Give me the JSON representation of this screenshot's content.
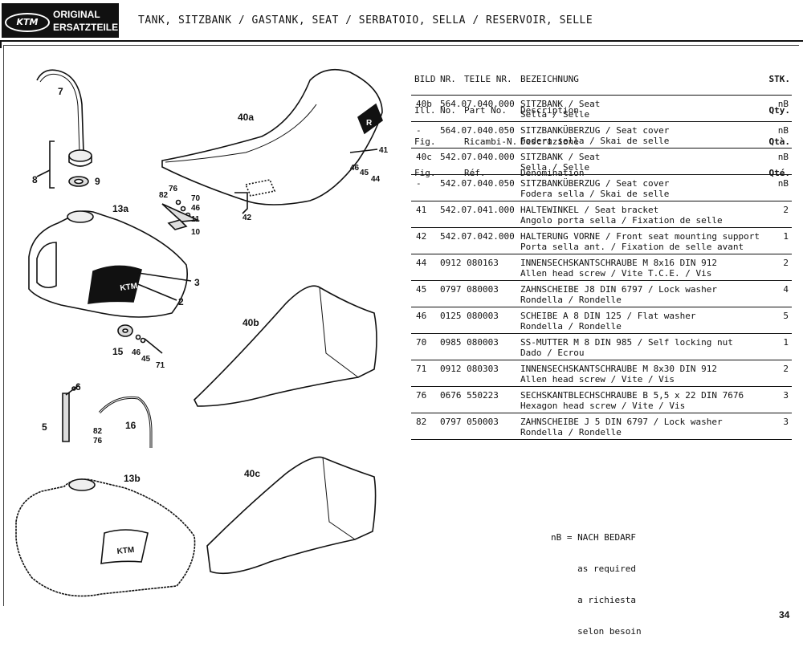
{
  "logo": {
    "brand": "KTM",
    "line1": "ORIGINAL",
    "line2": "ERSATZTEILE"
  },
  "title": "TANK, SITZBANK / GASTANK, SEAT / SERBATOIO, SELLA / RESERVOIR, SELLE",
  "table": {
    "headers": {
      "bild": [
        "BILD",
        "Ill.",
        "Fig.",
        "Fig."
      ],
      "nr": [
        "NR.",
        "No."
      ],
      "teile": [
        "TEILE NR.",
        "Part No.",
        "Ricambi-N.",
        "Réf."
      ],
      "bez": [
        "BEZEICHNUNG",
        "Description",
        "Descrizione",
        "Dénomination"
      ],
      "stk": [
        "STK.",
        "Qty.",
        "Qtà.",
        "Qté."
      ]
    },
    "rows": [
      {
        "bild": "40b",
        "part": "564.07.040.000",
        "de": "SITZBANK / Seat",
        "it": "Sella / Selle",
        "qty": "nB"
      },
      {
        "bild": "-",
        "part": "564.07.040.050",
        "de": "SITZBANKÜBERZUG / Seat cover",
        "it": "Fodera sella / Skai de selle",
        "qty": "nB"
      },
      {
        "bild": "40c",
        "part": "542.07.040.000",
        "de": "SITZBANK / Seat",
        "it": "Sella / Selle",
        "qty": "nB"
      },
      {
        "bild": "-",
        "part": "542.07.040.050",
        "de": "SITZBANKÜBERZUG / Seat cover",
        "it": "Fodera sella / Skai de selle",
        "qty": "nB"
      },
      {
        "bild": "41",
        "part": "542.07.041.000",
        "de": "HALTEWINKEL / Seat bracket",
        "it": "Angolo porta sella / Fixation de selle",
        "qty": "2"
      },
      {
        "bild": "42",
        "part": "542.07.042.000",
        "de": "HALTERUNG VORNE / Front seat mounting support",
        "it": "Porta sella ant. / Fixation de selle avant",
        "qty": "1"
      },
      {
        "bild": "44",
        "part": "0912 080163",
        "de": "INNENSECHSKANTSCHRAUBE M 8x16 DIN 912",
        "it": "Allen head screw / Vite T.C.E. / Vis",
        "qty": "2"
      },
      {
        "bild": "45",
        "part": "0797 080003",
        "de": "ZAHNSCHEIBE J8 DIN 6797 / Lock washer",
        "it": "Rondella / Rondelle",
        "qty": "4"
      },
      {
        "bild": "46",
        "part": "0125 080003",
        "de": "SCHEIBE A 8 DIN 125 / Flat washer",
        "it": "Rondella / Rondelle",
        "qty": "5"
      },
      {
        "bild": "70",
        "part": "0985 080003",
        "de": "SS-MUTTER M 8 DIN 985 / Self locking nut",
        "it": "Dado / Ecrou",
        "qty": "1"
      },
      {
        "bild": "71",
        "part": "0912 080303",
        "de": "INNENSECHSKANTSCHRAUBE M 8x30 DIN 912",
        "it": "Allen head screw / Vite / Vis",
        "qty": "2"
      },
      {
        "bild": "76",
        "part": "0676 550223",
        "de": "SECHSKANTBLECHSCHRAUBE B 5,5 x 22 DIN 7676",
        "it": "Hexagon head screw / Vite / Vis",
        "qty": "3"
      },
      {
        "bild": "82",
        "part": "0797 050003",
        "de": "ZAHNSCHEIBE J 5 DIN 6797 / Lock washer",
        "it": "Rondella / Rondelle",
        "qty": "3"
      }
    ]
  },
  "note": [
    "nB = NACH BEDARF",
    "     as required",
    "     a richiesta",
    "     selon besoin"
  ],
  "page_number": "34",
  "diagram": {
    "tank_logo": "KTM",
    "seat_logo": "R",
    "labels": {
      "l7": "7",
      "l8": "8",
      "l9": "9",
      "l13a": "13a",
      "l3": "3",
      "l2": "2",
      "l15": "15",
      "l46a": "46",
      "l45a": "45",
      "l71": "71",
      "l6": "6",
      "l5": "5",
      "l82": "82",
      "l76": "76",
      "l16": "16",
      "l13b": "13b",
      "l40a": "40a",
      "l41": "41",
      "l46b": "46",
      "l45b": "45",
      "l44": "44",
      "l42": "42",
      "l76b": "76",
      "l82b": "82",
      "l70": "70",
      "l46c": "46",
      "l11": "11",
      "l10": "10",
      "l40b": "40b",
      "l40c": "40c"
    }
  }
}
